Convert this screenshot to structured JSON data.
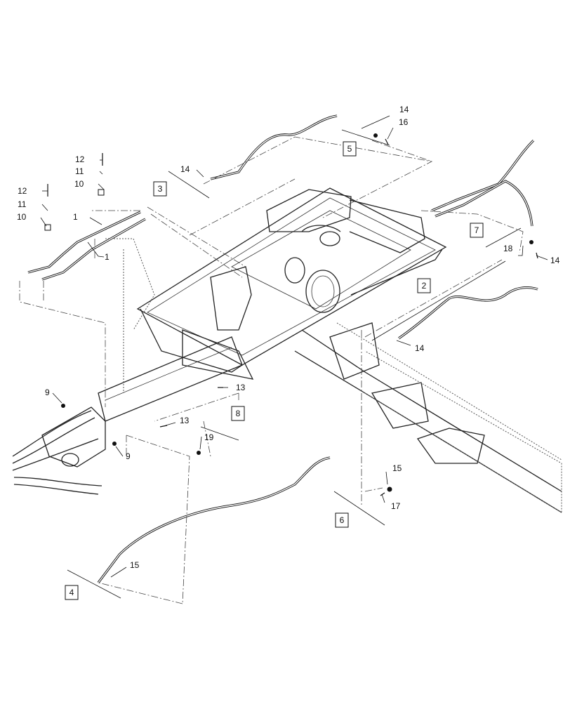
{
  "callout_boxes": [
    "2",
    "3",
    "4",
    "5",
    "6",
    "7",
    "8"
  ],
  "labels": {
    "l1a": "1",
    "l1b": "1",
    "l9a": "9",
    "l9b": "9",
    "l10a": "10",
    "l10b": "10",
    "l11a": "11",
    "l11b": "11",
    "l12a": "12",
    "l12b": "12",
    "l13a": "13",
    "l13b": "13",
    "l14a": "14",
    "l14b": "14",
    "l14c": "14",
    "l14d": "14",
    "l15a": "15",
    "l15b": "15",
    "l16": "16",
    "l17": "17",
    "l18": "18",
    "l19": "19"
  }
}
